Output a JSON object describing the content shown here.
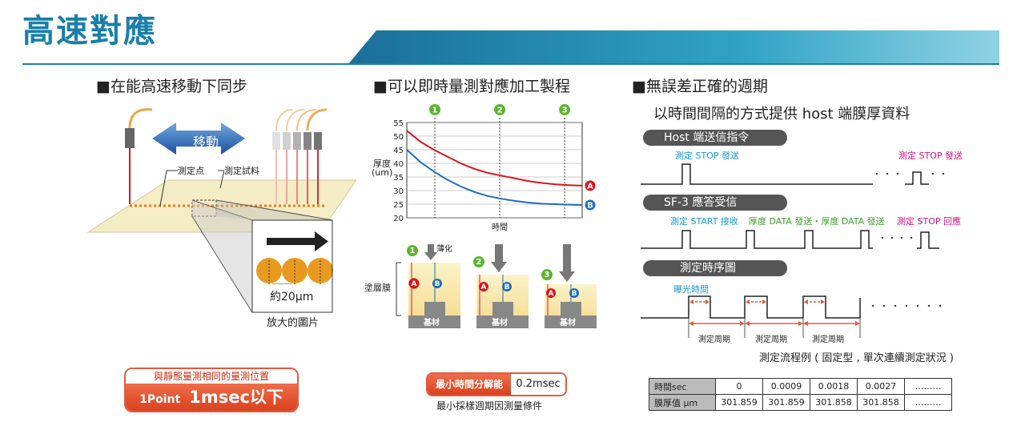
{
  "title": "高速對應",
  "left": {
    "heading": "■在能高速移動下同步",
    "move_label": "移動",
    "measure_point": "測定点",
    "measure_sample": "測定試料",
    "scale_label": "約20μm",
    "caption": "放大的圖片",
    "badge_top": "與靜態量測相同的量測位置",
    "badge_small": "1Point",
    "badge_big": "1msec以下"
  },
  "middle": {
    "heading": "■可以即時量測對應加工製程",
    "ylabel_1": "厚度",
    "ylabel_2": "(um)",
    "xlabel": "時間",
    "markers": [
      "1",
      "2",
      "3"
    ],
    "series_labels": [
      "A",
      "B"
    ],
    "thin_label": "薄化",
    "coat_label": "塗層膜",
    "substrate_label": "基材",
    "resolution_label": "最小時間分解能",
    "resolution_value": "0.2msec",
    "resolution_note": "最小採樣週期因測量條件"
  },
  "chart_data": {
    "type": "line",
    "xlabel": "時間",
    "ylabel": "厚度 (um)",
    "ylim": [
      20,
      55
    ],
    "yticks": [
      20,
      25,
      30,
      35,
      40,
      45,
      50,
      55
    ],
    "x": [
      0,
      1,
      2,
      3,
      4,
      5,
      6,
      7,
      8,
      9,
      10,
      11,
      12,
      13
    ],
    "series": [
      {
        "name": "A",
        "color": "#d9141b",
        "values": [
          52,
          48,
          45,
          42.5,
          40,
          38,
          36.5,
          35.5,
          34.5,
          33.5,
          32.8,
          32.3,
          32,
          31.8
        ]
      },
      {
        "name": "B",
        "color": "#1f6eb4",
        "values": [
          45,
          40.5,
          37,
          34,
          31.5,
          29.5,
          28,
          27,
          26.2,
          25.6,
          25.2,
          25,
          24.8,
          24.7
        ]
      }
    ],
    "grid": true
  },
  "right": {
    "heading": "■無誤差正確的週期",
    "subheading": "以時間間隔的方式提供 host 端膜厚資料",
    "pill1": "Host 端送信指令",
    "pill1_label_a": "測定 STOP 發送",
    "pill1_label_b": "測定 STOP 發送",
    "pill2": "SF-3 應答受信",
    "pill2_label_a": "測定 START 接收",
    "pill2_label_b": "厚度 DATA 發送・厚度 DATA 發送",
    "pill2_label_c": "測定 STOP 回應",
    "pill3": "測定時序圖",
    "exposure": "曝光時間",
    "period": "測定周期",
    "flow_note": "測定流程例 ( 固定型 , 單次連續測定狀況 )",
    "table": {
      "row1": [
        "時間sec",
        "0",
        "0.0009",
        "0.0018",
        "0.0027",
        "………"
      ],
      "row2": [
        "膜厚值 μm",
        "301.859",
        "301.859",
        "301.858",
        "301.858",
        "………"
      ]
    }
  },
  "colors": {
    "accent": "#1a7fa8",
    "red": "#d9141b",
    "blue": "#1f6eb4",
    "green": "#5cb531",
    "magenta": "#d4137d",
    "cyan": "#1597c9"
  }
}
